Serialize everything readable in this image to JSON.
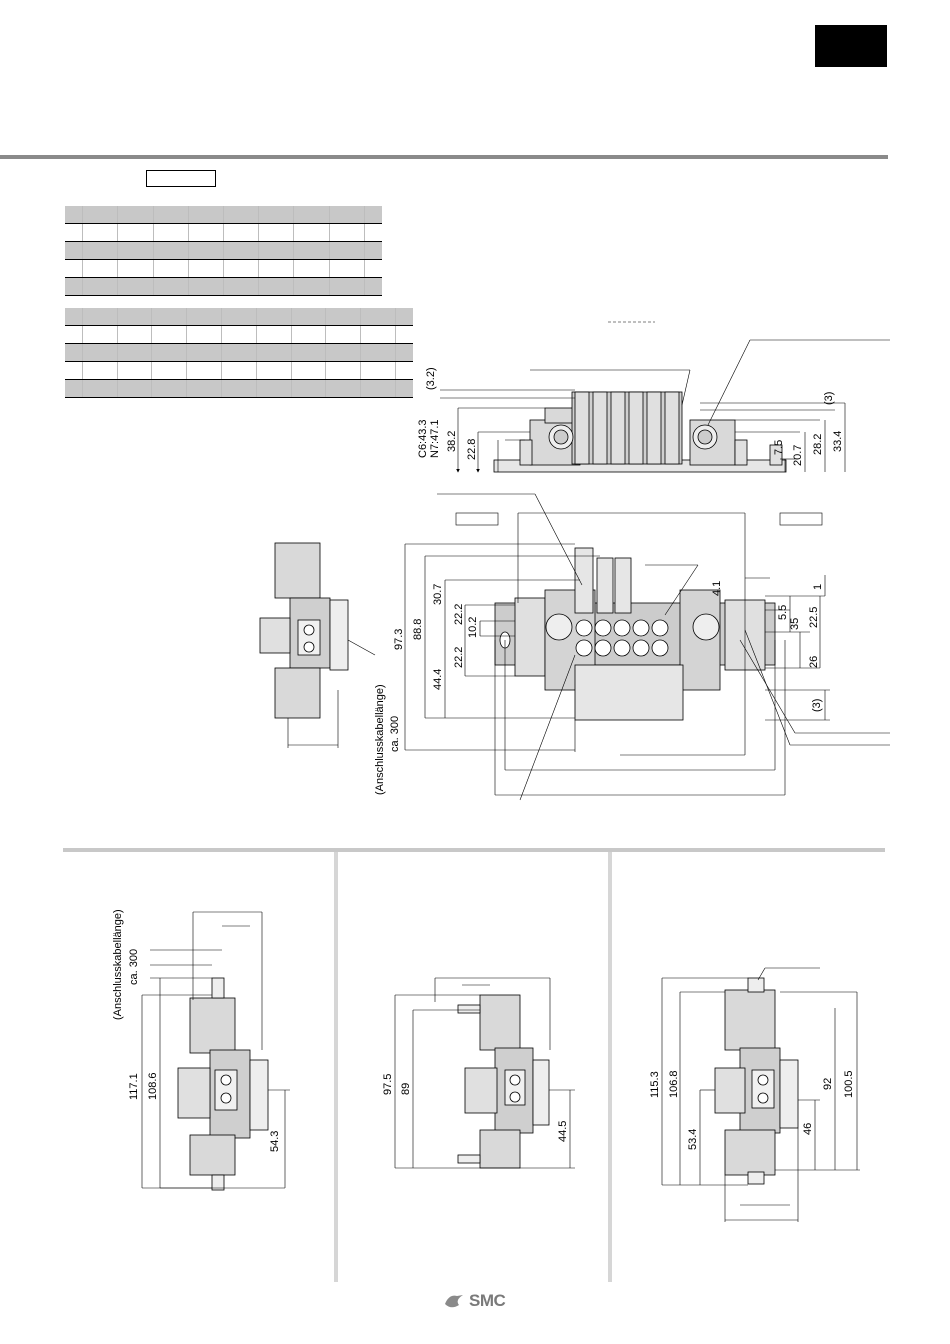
{
  "brand": {
    "logo_text": "SMC"
  },
  "top_view": {
    "labels_vertical": [
      "(3.2)",
      "C6:43.3",
      "N7:47.1",
      "38.2",
      "22.8",
      "7.5",
      "20.7",
      "28.2",
      "33.4",
      "(3)"
    ]
  },
  "plan_view": {
    "labels_vertical": [
      "97.3",
      "88.8",
      "30.7",
      "22.2",
      "10.2",
      "22.2",
      "44.4",
      "4.1",
      "1",
      "5.5",
      "35",
      "22.5",
      "26",
      "(3)"
    ],
    "cable_label": "(Anschlusskabellänge)",
    "cable_value": "ca. 300"
  },
  "panel_1": {
    "cable_label": "(Anschlusskabellänge)",
    "cable_value": "ca. 300",
    "labels_vertical": [
      "117.1",
      "108.6",
      "54.3"
    ]
  },
  "panel_2": {
    "labels_vertical": [
      "97.5",
      "89",
      "44.5"
    ]
  },
  "panel_3": {
    "labels_vertical": [
      "115.3",
      "106.8",
      "53.4",
      "46",
      "92",
      "100.5"
    ]
  }
}
